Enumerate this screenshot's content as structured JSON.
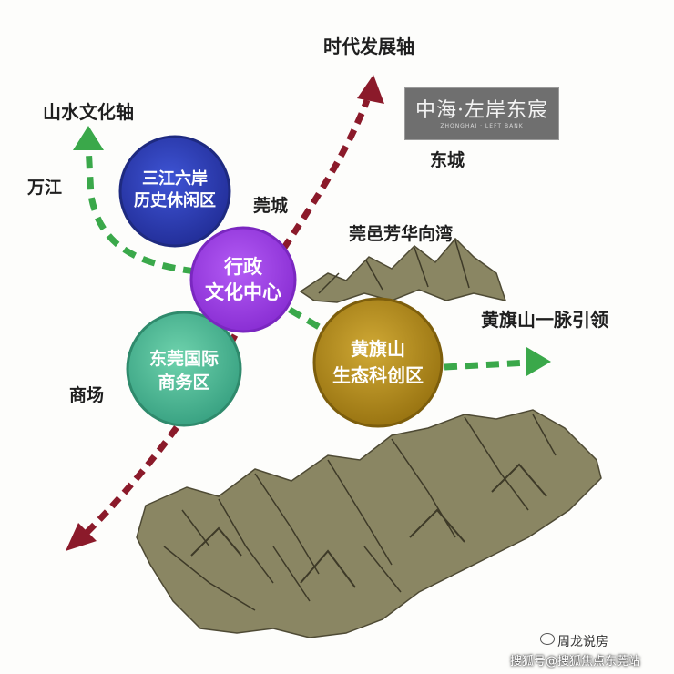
{
  "axes": {
    "time_axis": "时代发展轴",
    "landscape_axis": "山水文化轴",
    "huangqi_axis": "黄旗山一脉引领"
  },
  "places": {
    "wanjiang": "万江",
    "guancheng": "莞城",
    "dongcheng": "东城",
    "guanyi": "莞邑芳华向湾",
    "shangchang": "商场"
  },
  "circles": {
    "sanjiang": {
      "line1": "三江六岸",
      "line2": "历史休闲区",
      "color": "#2f3fb0"
    },
    "xingzheng": {
      "line1": "行政",
      "line2": "文化中心",
      "color": "#9b3fe0"
    },
    "dongguan": {
      "line1": "东莞国际",
      "line2": "商务区",
      "color": "#4fb894"
    },
    "huangqi": {
      "line1": "黄旗山",
      "line2": "生态科创区",
      "color": "#b08a1c"
    }
  },
  "logo": {
    "name": "中海·左岸东宸",
    "subtitle": "ZHONGHAI · LEFT BANK"
  },
  "colors": {
    "dark_red_arrow": "#8b1a2a",
    "green_arrow": "#3aa84a",
    "mountain": "#6e6a4e"
  },
  "watermark": {
    "author": "周龙说房",
    "site": "搜狐号@搜狐焦点东莞站"
  }
}
